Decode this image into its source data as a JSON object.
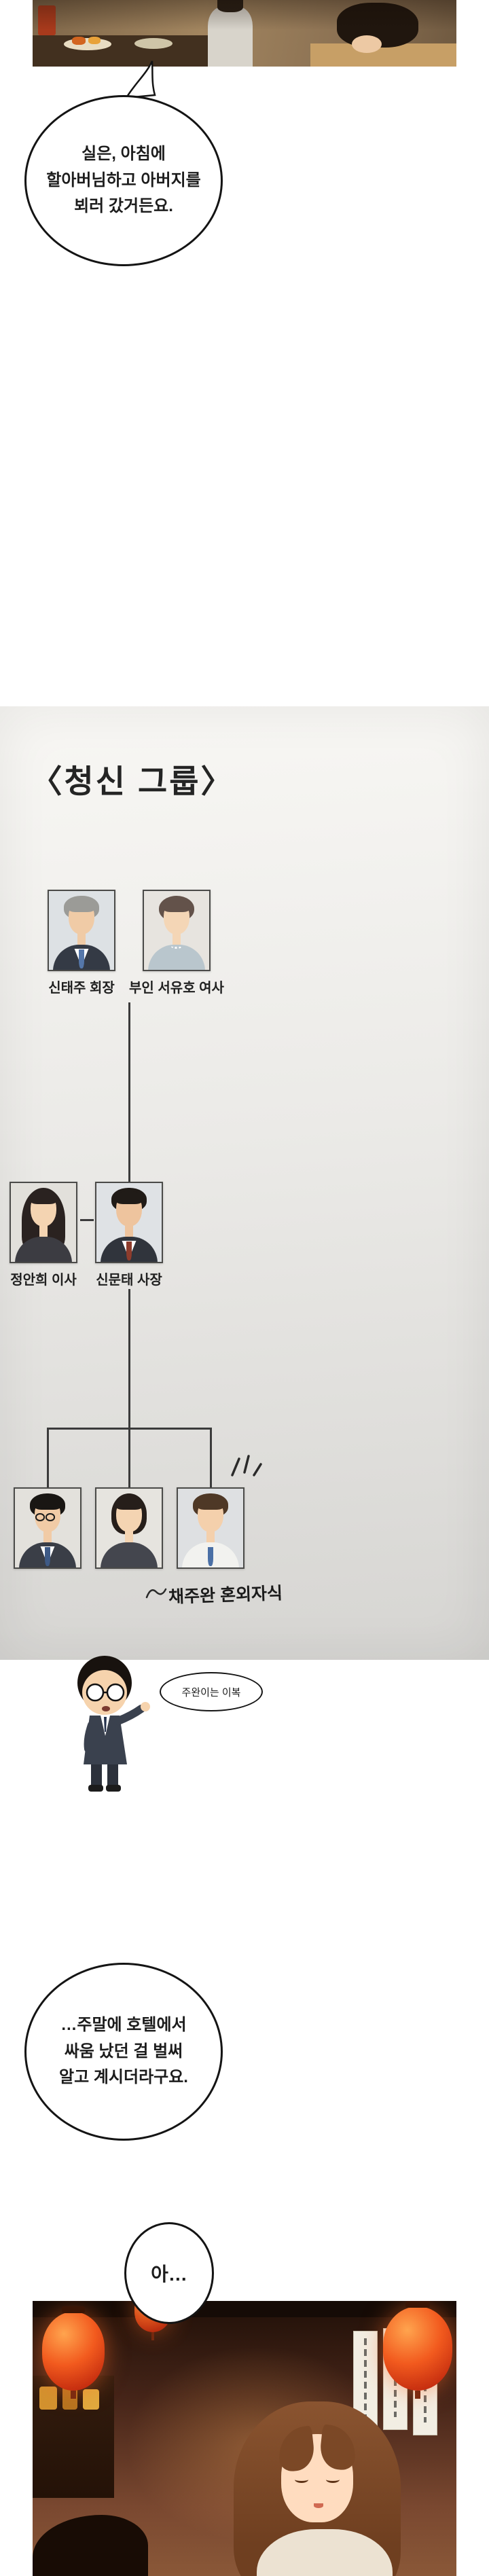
{
  "palette": {
    "ink": "#141414",
    "paper": "#ffffff",
    "tree_panel_gray": "#e4e3e0",
    "lantern_red": "#e8431f"
  },
  "speech": {
    "bubble1": {
      "lines": [
        "실은, 아침에",
        "할아버님하고 아버지를",
        "뵈러 갔거든요."
      ]
    },
    "bubble2": {
      "lines": [
        "…주말에 호텔에서",
        "싸움 났던 걸 벌써",
        "알고 계시더라구요."
      ]
    },
    "bubble3": {
      "text": "아…"
    },
    "chibi_note": {
      "text": "주완이는 이복"
    }
  },
  "family_tree": {
    "title": "〈청신 그룹〉",
    "members": [
      {
        "id": "grandfather",
        "label": "신태주 회장",
        "hair_style": "short",
        "hair": "#9b9b97",
        "skin": "#f0cba6",
        "suit": "#343a45",
        "shirt": "#ffffff",
        "tie": "#5577aa",
        "photo_bg": "#dde1e4"
      },
      {
        "id": "grandmother",
        "label": "부인 서유호 여사",
        "hair_style": "updo",
        "hair": "#63524a",
        "skin": "#f4d6b6",
        "suit": "#b9c6cd",
        "necklace": "#ffffff",
        "photo_bg": "#e7e4df"
      },
      {
        "id": "aunt",
        "label": "정안희 이사",
        "hair_style": "long",
        "hair": "#2a2220",
        "skin": "#f4d4b2",
        "suit": "#3c3c42",
        "photo_bg": "#e2e0db"
      },
      {
        "id": "father",
        "label": "신문태 사장",
        "hair_style": "short",
        "hair": "#201b17",
        "skin": "#eec49e",
        "suit": "#30343c",
        "shirt": "#ffffff",
        "tie": "#8e3c2c",
        "photo_bg": "#dfe2e5"
      },
      {
        "id": "son-glasses",
        "label": "",
        "hair_style": "short",
        "hair": "#191613",
        "skin": "#f1cba6",
        "suit": "#3a3e47",
        "shirt": "#ffffff",
        "tie": "#3e5a86",
        "glasses": true,
        "photo_bg": "#e3e1dc"
      },
      {
        "id": "daughter",
        "label": "",
        "hair_style": "bob",
        "hair": "#261e1a",
        "skin": "#f4d4b2",
        "suit": "#44464e",
        "photo_bg": "#e6e4df"
      },
      {
        "id": "chaejuwan",
        "label": "채주완 혼외자식",
        "hair_style": "short",
        "hair": "#4e3826",
        "skin": "#f4d0ac",
        "suit": "#f2f2ef",
        "shirt": "#f2f2ef",
        "tie": "#4a6fa5",
        "photo_bg": "#dee0e2"
      }
    ]
  }
}
